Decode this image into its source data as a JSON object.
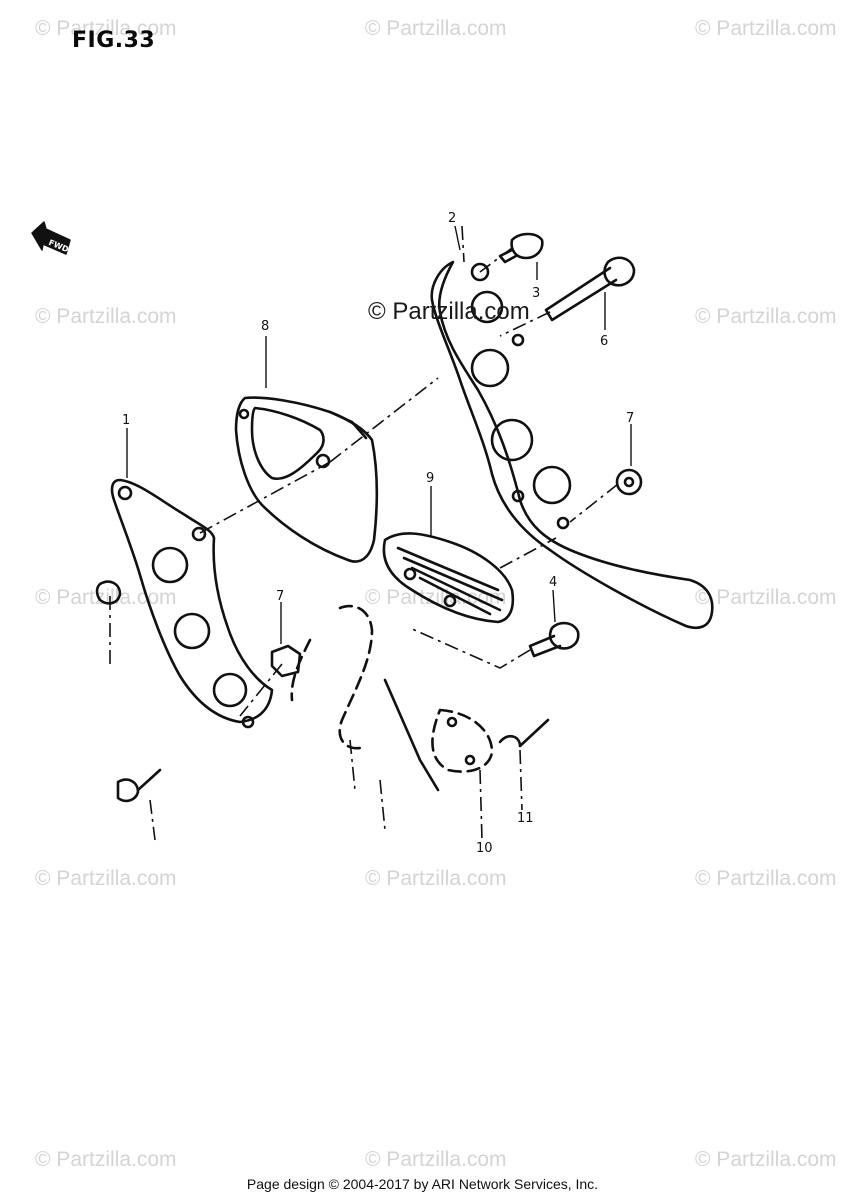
{
  "figure": {
    "title": "FIG.33",
    "fwd_label": "FWD"
  },
  "watermarks": {
    "text": "© Partzilla.com",
    "center_text": "© Partzilla.com"
  },
  "parts": [
    {
      "number": "1"
    },
    {
      "number": "2"
    },
    {
      "number": "3"
    },
    {
      "number": "4"
    },
    {
      "number": "6"
    },
    {
      "number": "7"
    },
    {
      "number": "7"
    },
    {
      "number": "8"
    },
    {
      "number": "9"
    },
    {
      "number": "10"
    },
    {
      "number": "11"
    }
  ],
  "footer": {
    "text": "Page design © 2004-2017 by ARI Network Services, Inc."
  }
}
